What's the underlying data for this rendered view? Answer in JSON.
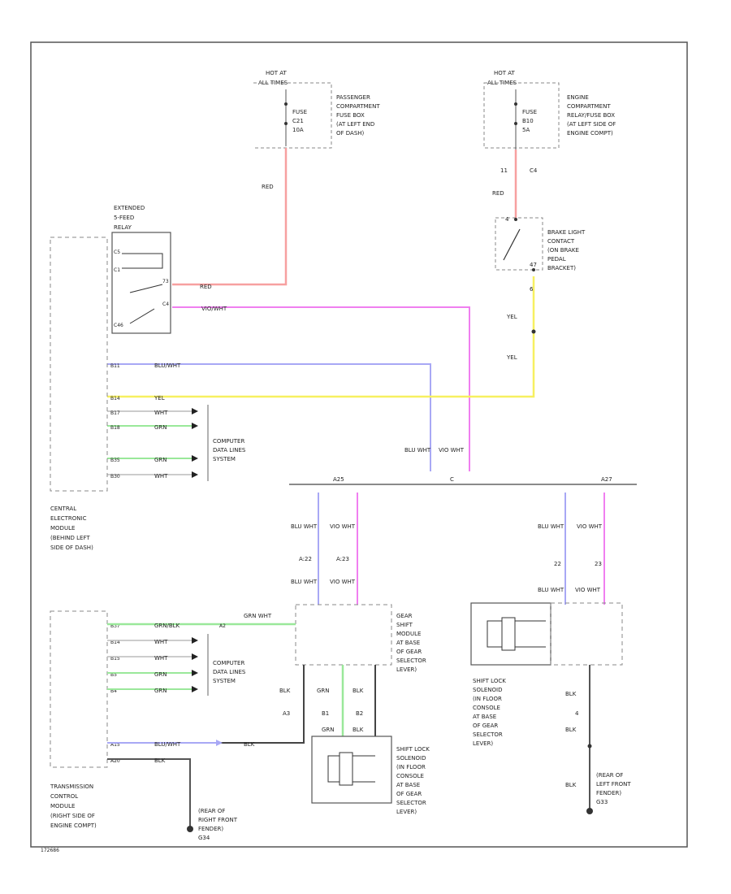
{
  "fuse_box_passenger": {
    "hot_label": [
      "HOT AT",
      "ALL TIMES"
    ],
    "fuse": [
      "FUSE",
      "C21",
      "10A"
    ],
    "location": [
      "PASSENGER",
      "COMPARTMENT",
      "FUSE BOX",
      "(AT LEFT END",
      "OF DASH)"
    ]
  },
  "fuse_box_engine": {
    "hot_label": [
      "HOT AT",
      "ALL TIMES"
    ],
    "fuse": [
      "FUSE",
      "B10",
      "5A"
    ],
    "location": [
      "ENGINE",
      "COMPARTMENT",
      "RELAY/FUSE BOX",
      "(AT LEFT SIDE OF",
      "ENGINE COMPT)"
    ],
    "pins": [
      "11",
      "C4"
    ]
  },
  "brake_switch": {
    "label": [
      "BRAKE LIGHT",
      "CONTACT",
      "(ON BRAKE",
      "PEDAL",
      "BRACKET)"
    ],
    "pin_top": "4",
    "pin_bottom": "47",
    "pin_6": "6"
  },
  "relay": {
    "label": [
      "EXTENDED",
      "5-FEED",
      "RELAY"
    ],
    "pins": [
      "C5",
      "C1",
      "73",
      "C4",
      "C46"
    ]
  },
  "cem": {
    "label": [
      "CENTRAL",
      "ELECTRONIC",
      "MODULE",
      "(BEHIND LEFT",
      "SIDE OF DASH)"
    ],
    "pins": [
      "B11",
      "B14",
      "B17",
      "B18",
      "B35",
      "B30"
    ]
  },
  "computer_data_lines": [
    "COMPUTER",
    "DATA LINES",
    "SYSTEM"
  ],
  "tcm": {
    "label": [
      "TRANSMISSION",
      "CONTROL",
      "MODULE",
      "(RIGHT SIDE OF",
      "ENGINE COMPT)"
    ],
    "pins": [
      "B37",
      "B14",
      "B15",
      "B5",
      "B4",
      "A15",
      "A20"
    ]
  },
  "gear_module": {
    "label": [
      "GEAR",
      "SHIFT",
      "MODULE",
      "AT BASE",
      "OF GEAR",
      "SELECTOR",
      "LEVER)"
    ],
    "pin_in": "A2",
    "pins_bottom": [
      "B1",
      "B2"
    ],
    "pin_left": "A3"
  },
  "shift_lock_1": {
    "label": [
      "SHIFT LOCK",
      "SOLENOID",
      "(IN FLOOR",
      "CONSOLE",
      "AT BASE",
      "OF GEAR",
      "SELECTOR",
      "LEVER)"
    ]
  },
  "shift_lock_2": {
    "label": [
      "SHIFT LOCK",
      "SOLENOID",
      "(IN FLOOR",
      "CONSOLE",
      "AT BASE",
      "OF GEAR",
      "SELECTOR",
      "LEVER)"
    ]
  },
  "ground_right": {
    "label": [
      "(REAR OF",
      "RIGHT FRONT",
      "FENDER)",
      "G34"
    ]
  },
  "ground_left": {
    "label": [
      "(REAR OF",
      "LEFT FRONT",
      "FENDER)",
      "G33"
    ],
    "pin": "4"
  },
  "connectors": {
    "left": [
      "A:22",
      "A:23"
    ],
    "right": [
      "22",
      "23"
    ],
    "bus_labels": [
      "A25",
      "C",
      "A27"
    ]
  },
  "wires": {
    "red": "RED",
    "vio_wht": "VIO/WHT",
    "blu_wht": "BLU/WHT",
    "yel": "YEL",
    "wht": "WHT",
    "grn": "GRN",
    "blk": "BLK",
    "grn_blk": "GRN/BLK",
    "grn_wht": "GRN WHT",
    "blu_wht_short": "BLU WHT",
    "vio_wht_short": "VIO WHT",
    "grn_short": "GRN",
    "blk_short": "BLK"
  },
  "footer_code": "172686",
  "colors": {
    "red_wire": "#f7a0a0",
    "violet_wire": "#f07ff0",
    "blue_wire": "#a8a8f5",
    "yellow_wire": "#f7f060",
    "green_wire": "#9ae89a",
    "black_wire": "#444444"
  }
}
